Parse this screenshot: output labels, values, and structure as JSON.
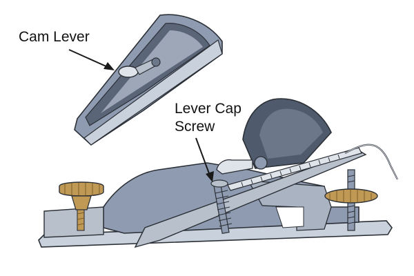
{
  "labels": {
    "cam_lever": "Cam Lever",
    "lever_cap_screw_line1": "Lever Cap",
    "lever_cap_screw_line2": "Screw"
  },
  "colors": {
    "body_metal": "#8e9bb0",
    "dark_metal": "#4f5a6c",
    "light_metal": "#c9d1dc",
    "blade": "#b8c0cb",
    "brass": "#c09a55",
    "outline": "#2b2f36",
    "arrow": "#1a1a1a"
  }
}
